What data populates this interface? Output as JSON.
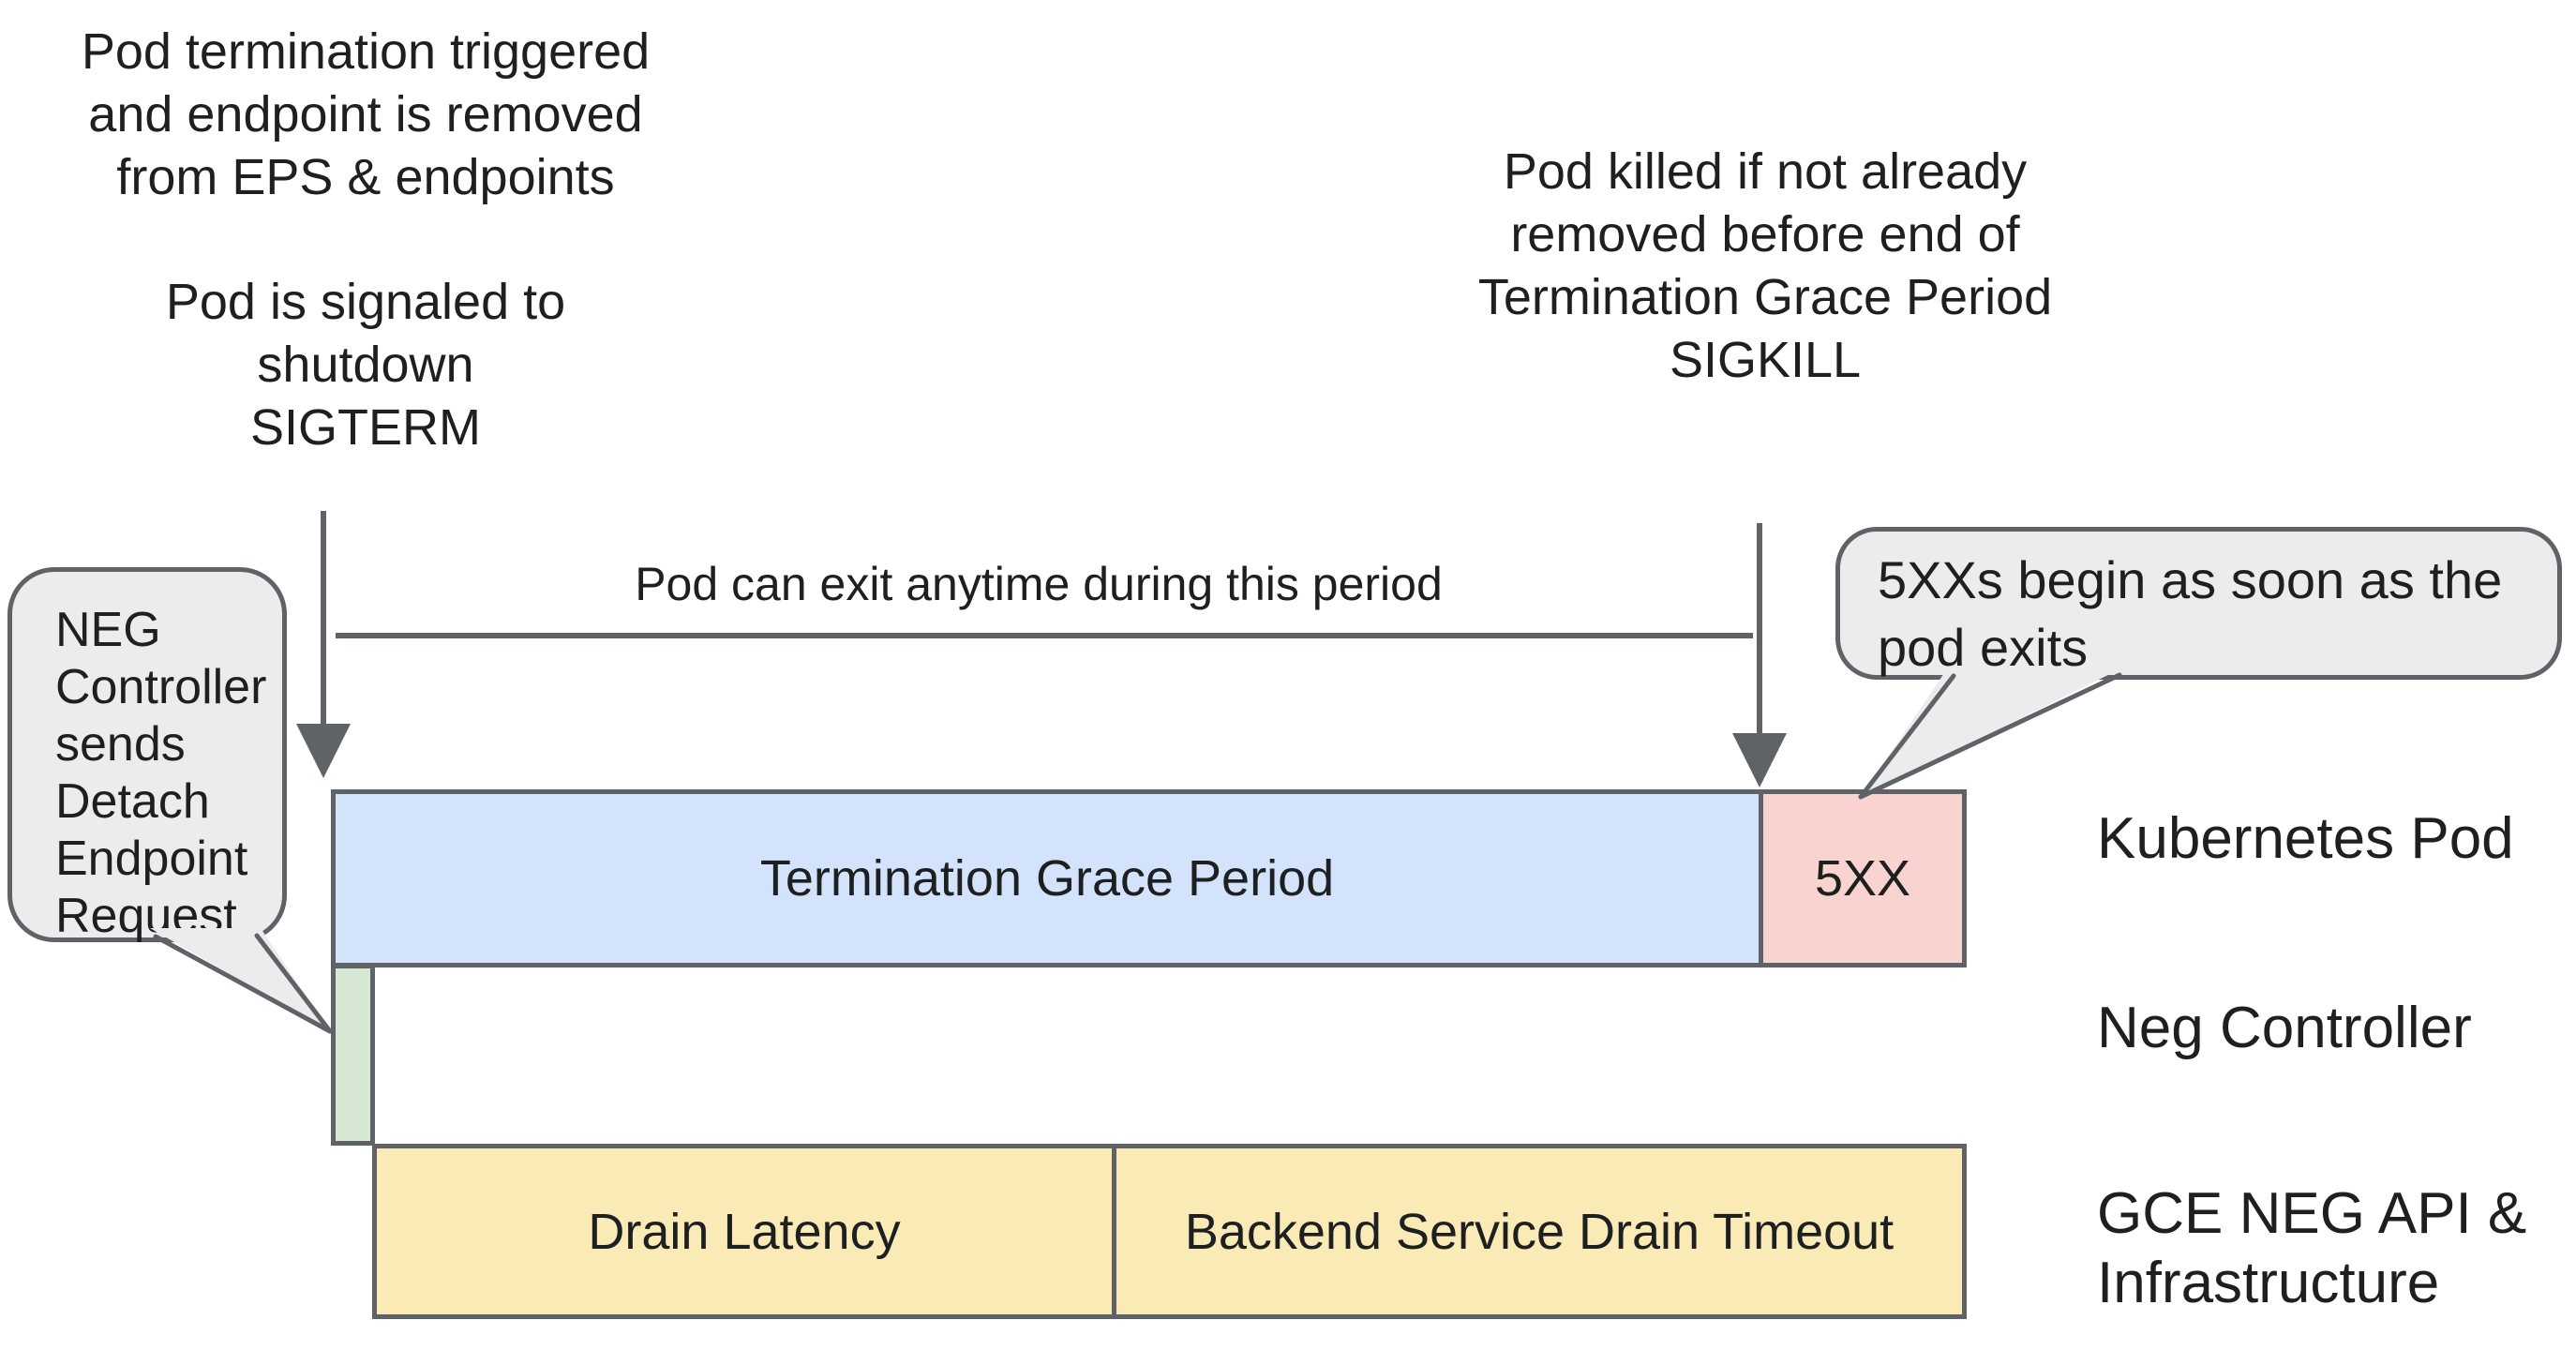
{
  "annotations": {
    "termination_trigger": {
      "lines": [
        "Pod termination triggered",
        "and endpoint is removed",
        "from EPS & endpoints"
      ]
    },
    "sigterm": {
      "lines": [
        "Pod is signaled to shutdown",
        "SIGTERM"
      ]
    },
    "sigkill": {
      "lines": [
        "Pod killed if not already",
        "removed before end of",
        "Termination Grace Period",
        "SIGKILL"
      ]
    },
    "exit_period_label": "Pod can exit anytime during this period"
  },
  "callouts": {
    "neg_controller": {
      "lines": [
        "NEG",
        "Controller",
        "sends",
        "Detach",
        "Endpoint",
        "Request"
      ]
    },
    "errors_5xx": {
      "lines": [
        "5XXs begin as soon as the",
        "pod exits"
      ]
    }
  },
  "timeline": {
    "kubernetes_pod": {
      "row_label": "Kubernetes Pod",
      "segments": [
        {
          "label": "Termination Grace Period",
          "color": "#d3e3fc"
        },
        {
          "label": "5XX",
          "color": "#f8d3cf"
        }
      ]
    },
    "neg_controller": {
      "row_label": "Neg Controller",
      "segments": [
        {
          "label": "",
          "color": "#d6e8d4"
        }
      ]
    },
    "gce_neg_api": {
      "row_label_lines": [
        "GCE NEG API &",
        "Infrastructure"
      ],
      "segments": [
        {
          "label": "Drain Latency",
          "color": "#faeab6"
        },
        {
          "label": "Backend Service Drain Timeout",
          "color": "#faeab6"
        }
      ]
    }
  },
  "colors": {
    "background": "#ffffff",
    "outline": "#5f6368",
    "callout_fill": "#ececec",
    "grace_period_blue": "#d3e3fc",
    "error_red": "#f8d3cf",
    "detach_green": "#d6e8d4",
    "drain_yellow": "#faeab6",
    "text": "#1d1f21"
  }
}
